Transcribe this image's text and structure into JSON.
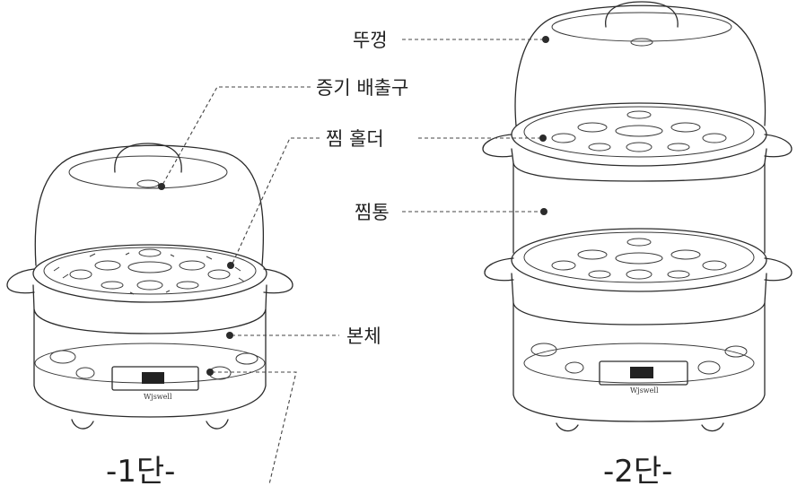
{
  "labels": {
    "lid": "뚜껑",
    "steam_vent": "증기 배출구",
    "steam_holder": "찜 홀더",
    "steam_basket": "찜통",
    "body": "본체"
  },
  "captions": {
    "one_tier": "-1단-",
    "two_tier": "-2단-"
  },
  "brand": "Wjswell"
}
